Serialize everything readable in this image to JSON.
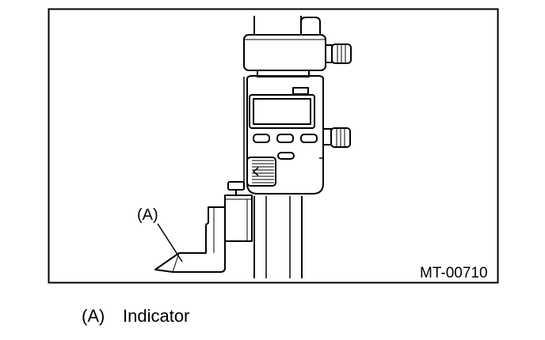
{
  "figure": {
    "callout_label": "(A)",
    "figure_code": "MT-00710"
  },
  "legend": [
    {
      "key": "(A)",
      "text": "Indicator"
    }
  ]
}
